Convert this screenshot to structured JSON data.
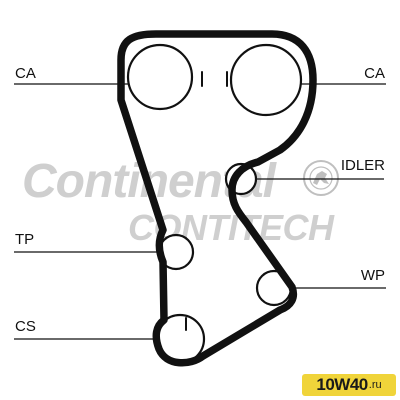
{
  "watermark": {
    "brand": "Continental",
    "sub_brand": "CONTITECH",
    "color": "#cfcfcf",
    "seal_color": "#bfbfbf"
  },
  "labels": {
    "cam_left": "CA",
    "cam_right": "CA",
    "idler": "IDLER",
    "tensioner": "TP",
    "water_pump": "WP",
    "crankshaft": "CS"
  },
  "site_badge": {
    "name": "10W40",
    "tld": ".ru",
    "color": "#f0d43a"
  },
  "colors": {
    "belt": "#111111",
    "pulley_fill": "#ffffff",
    "text": "#111111"
  }
}
